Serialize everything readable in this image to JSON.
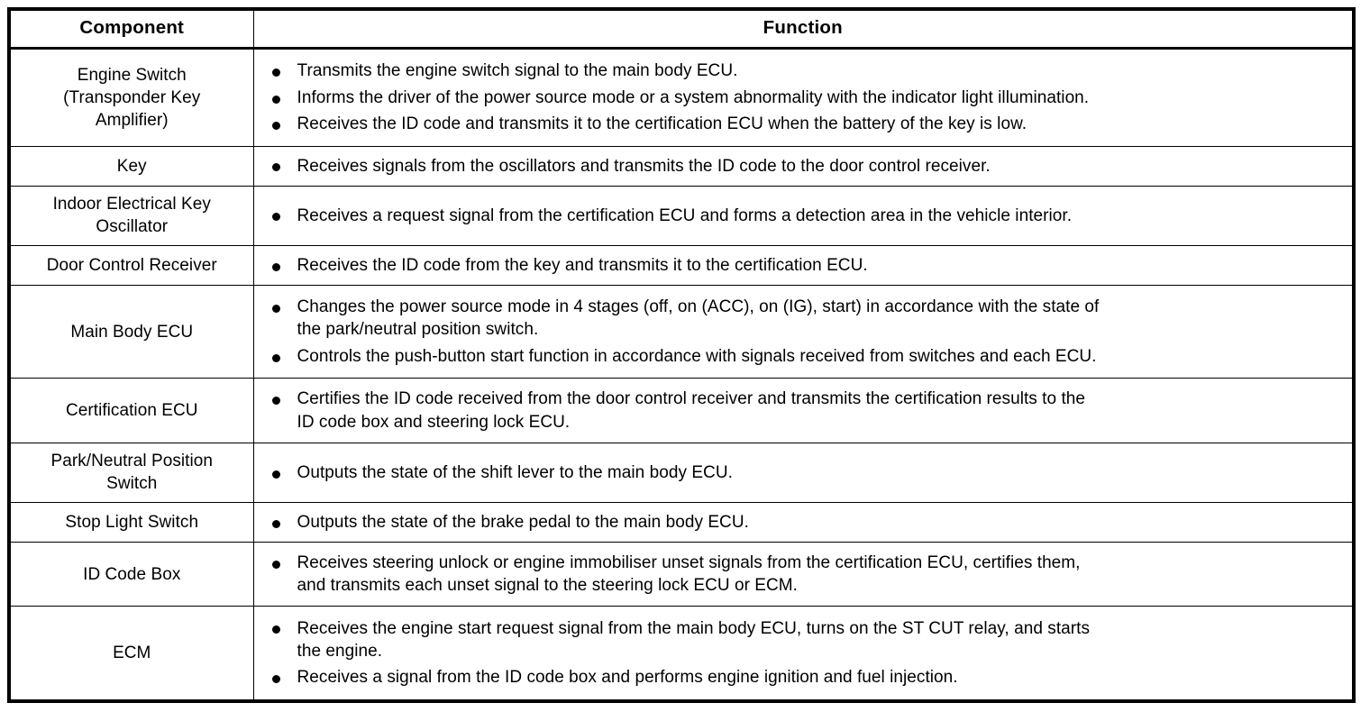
{
  "table": {
    "headers": {
      "component": "Component",
      "function": "Function"
    },
    "rows": [
      {
        "component_lines": [
          "Engine Switch",
          "(Transponder Key",
          "Amplifier)"
        ],
        "bullets": [
          [
            "Transmits the engine switch signal to the main body ECU."
          ],
          [
            "Informs the driver of the power source mode or a system abnormality with the indicator light illumination."
          ],
          [
            "Receives the ID code and transmits it to the certification ECU when the battery of the key is low."
          ]
        ]
      },
      {
        "component_lines": [
          "Key"
        ],
        "bullets": [
          [
            "Receives signals from the oscillators and transmits the ID code to the door control receiver."
          ]
        ]
      },
      {
        "component_lines": [
          "Indoor Electrical Key",
          "Oscillator"
        ],
        "bullets": [
          [
            "Receives a request signal from the certification ECU and forms a detection area in the vehicle interior."
          ]
        ]
      },
      {
        "component_lines": [
          "Door Control Receiver"
        ],
        "bullets": [
          [
            "Receives the ID code from the key and transmits it to the certification ECU."
          ]
        ]
      },
      {
        "component_lines": [
          "Main Body ECU"
        ],
        "bullets": [
          [
            "Changes the power source mode in 4 stages (off, on (ACC), on (IG), start) in accordance with the state of",
            "the park/neutral position switch."
          ],
          [
            "Controls the push-button start function in accordance with signals received from switches and each ECU."
          ]
        ]
      },
      {
        "component_lines": [
          "Certification ECU"
        ],
        "bullets": [
          [
            "Certifies the ID code received from the door control receiver and transmits the certification results to the",
            "ID code box and steering lock ECU."
          ]
        ]
      },
      {
        "component_lines": [
          "Park/Neutral Position",
          "Switch"
        ],
        "bullets": [
          [
            "Outputs the state of the shift lever to the main body ECU."
          ]
        ]
      },
      {
        "component_lines": [
          "Stop Light Switch"
        ],
        "bullets": [
          [
            "Outputs the state of the brake pedal to the main body ECU."
          ]
        ]
      },
      {
        "component_lines": [
          "ID Code Box"
        ],
        "bullets": [
          [
            "Receives steering unlock or engine immobiliser unset signals from the certification ECU, certifies them,",
            "and transmits each unset signal to the steering lock ECU or ECM."
          ]
        ]
      },
      {
        "component_lines": [
          "ECM"
        ],
        "bullets": [
          [
            "Receives the engine start request signal from the main body ECU, turns on the ST CUT relay, and starts",
            "the engine."
          ],
          [
            "Receives a signal from the ID code box and performs engine ignition and fuel injection."
          ]
        ]
      }
    ]
  },
  "colors": {
    "border": "#000000",
    "background": "#ffffff",
    "text": "#000000"
  }
}
